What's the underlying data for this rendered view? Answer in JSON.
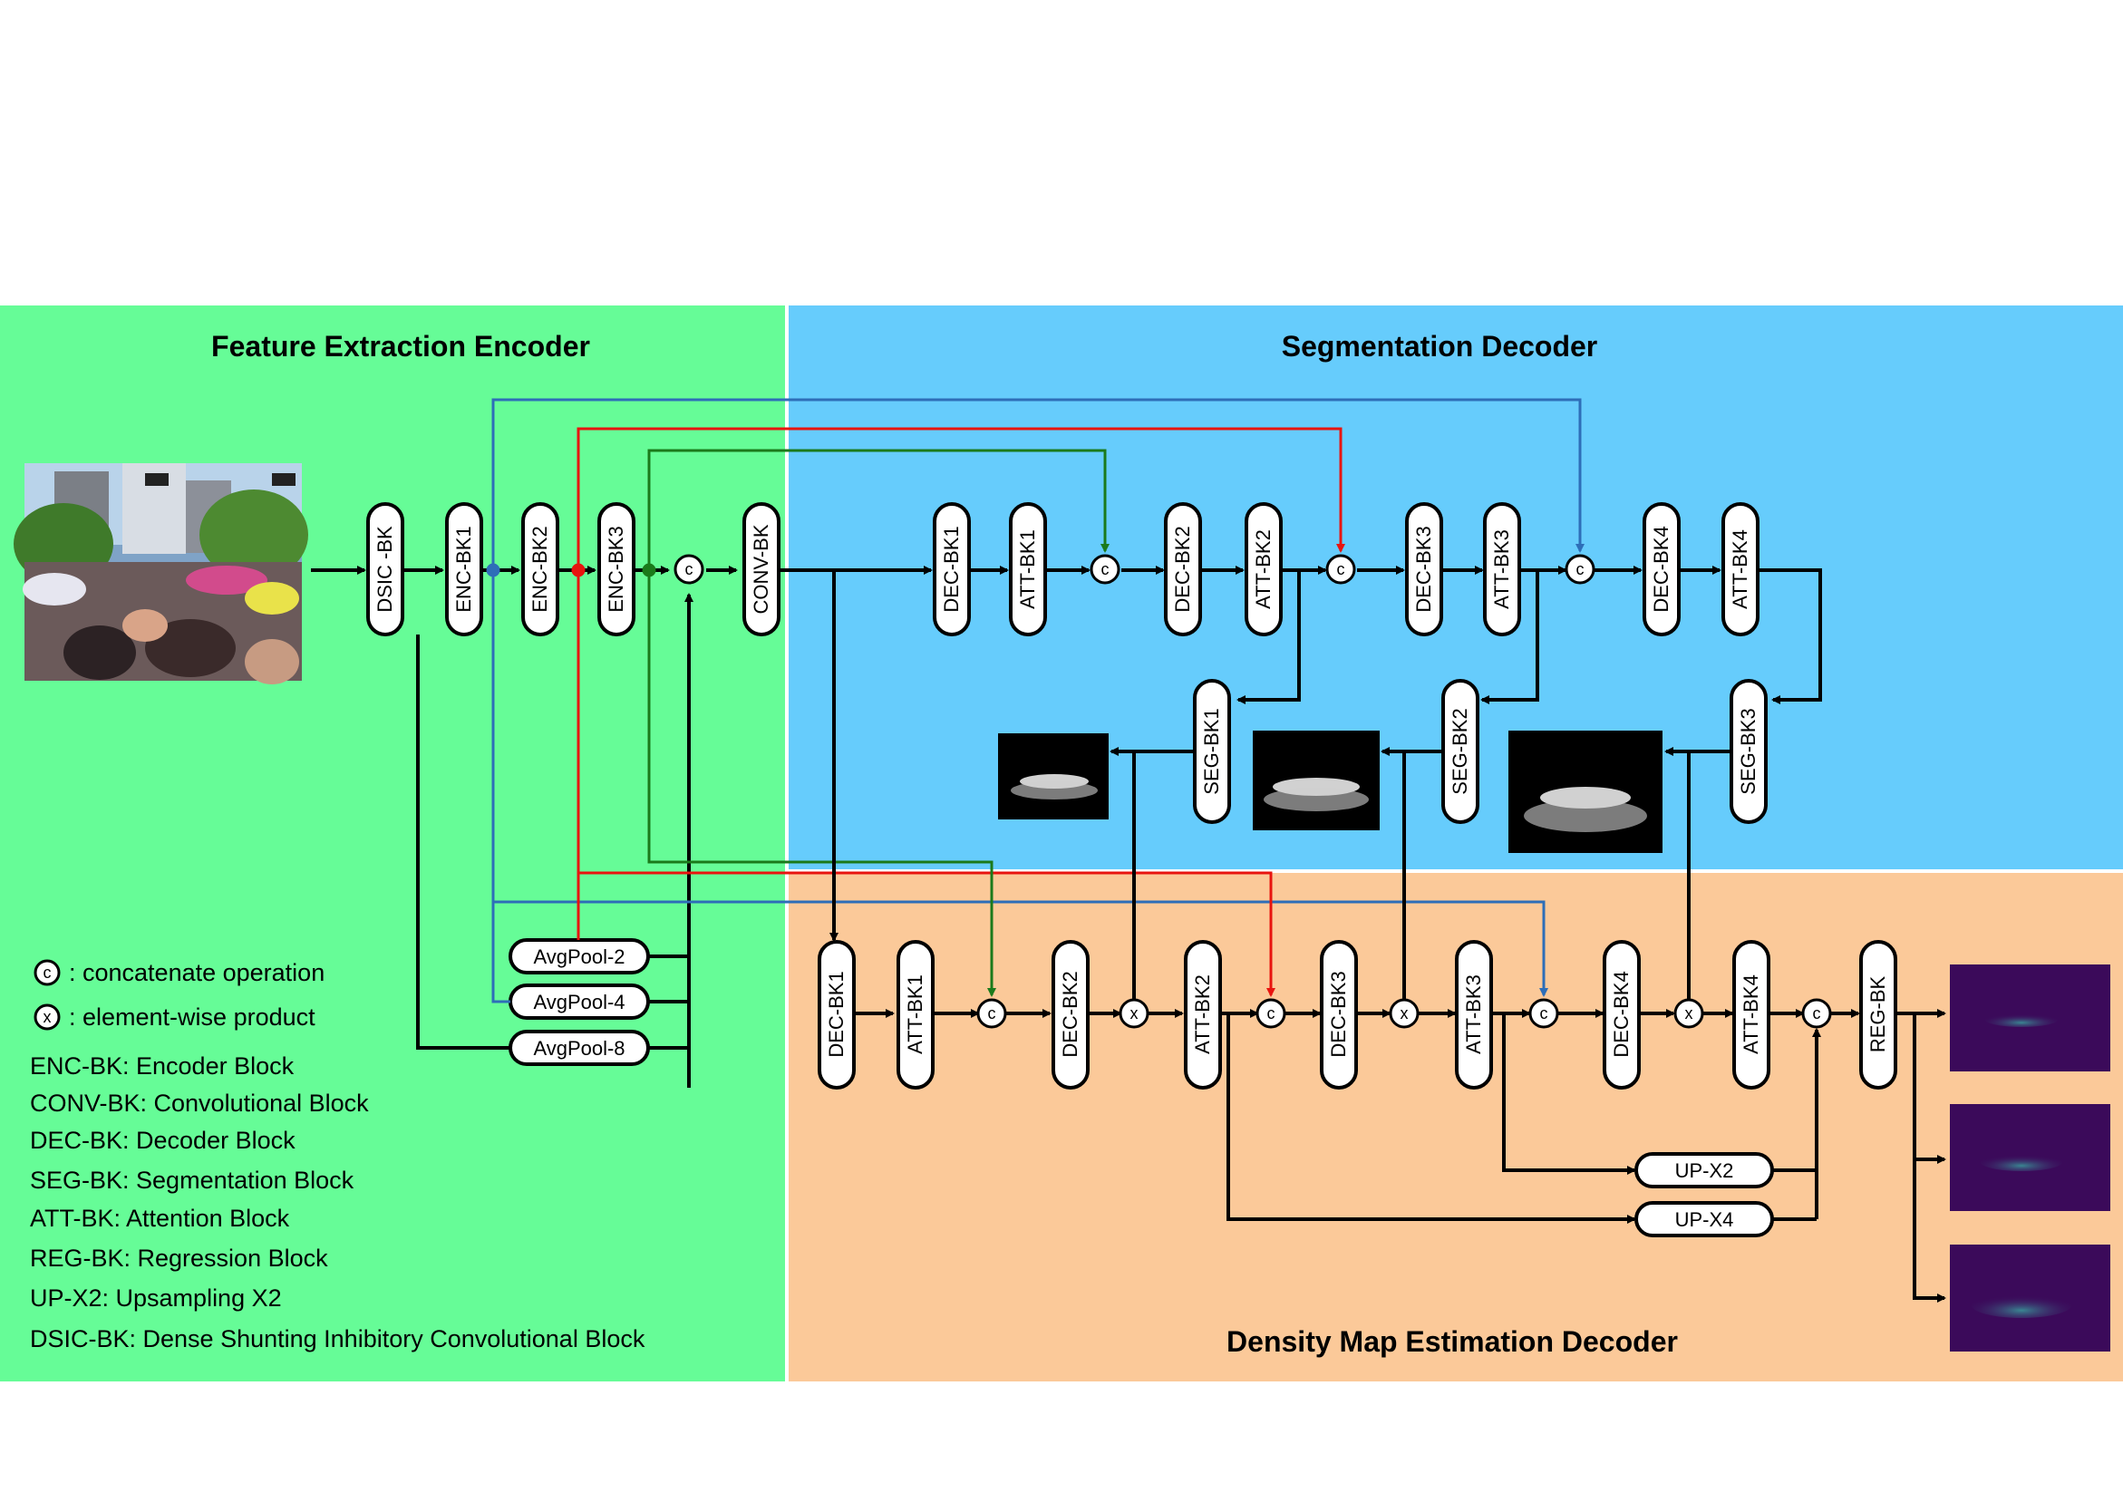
{
  "panels": {
    "encoder_title": "Feature Extraction Encoder",
    "segmentation_title": "Segmentation Decoder",
    "density_title": "Density Map Estimation Decoder"
  },
  "colors": {
    "encoder_bg": "#66fc97",
    "segmentation_bg": "#66ccfc",
    "density_bg": "#fbc999",
    "skip_blue": "#2e6eb8",
    "skip_red": "#e8140f",
    "skip_green": "#1b7a1b"
  },
  "encoder": {
    "blocks": [
      "DSIC -BK",
      "ENC-BK1",
      "ENC-BK2",
      "ENC-BK3",
      "CONV-BK"
    ],
    "pools": [
      "AvgPool-2",
      "AvgPool-4",
      "AvgPool-8"
    ],
    "concat_symbol": "c"
  },
  "segmentation": {
    "blocks": [
      "DEC-BK1",
      "ATT-BK1",
      "DEC-BK2",
      "ATT-BK2",
      "DEC-BK3",
      "ATT-BK3",
      "DEC-BK4",
      "ATT-BK4"
    ],
    "seg_blocks": [
      "SEG-BK1",
      "SEG-BK2",
      "SEG-BK3"
    ]
  },
  "density": {
    "blocks": [
      "DEC-BK1",
      "ATT-BK1",
      "DEC-BK2",
      "ATT-BK2",
      "DEC-BK3",
      "ATT-BK3",
      "DEC-BK4",
      "ATT-BK4",
      "REG-BK"
    ],
    "upsample": [
      "UP-X2",
      "UP-X4"
    ],
    "product_symbol": "x"
  },
  "legend": {
    "concat": ": concatenate operation",
    "product": ": element-wise product",
    "items": [
      "ENC-BK: Encoder Block",
      "CONV-BK: Convolutional Block",
      "DEC-BK: Decoder Block",
      "SEG-BK: Segmentation Block",
      "ATT-BK: Attention Block",
      "REG-BK: Regression Block",
      "UP-X2: Upsampling  X2",
      "DSIC-BK: Dense Shunting Inhibitory Convolutional Block"
    ]
  },
  "images": {
    "input": "crowd-photo",
    "masks": [
      "segmentation-mask-1",
      "segmentation-mask-2",
      "segmentation-mask-3"
    ],
    "density_maps": [
      "density-map-1",
      "density-map-2",
      "density-map-3"
    ]
  }
}
